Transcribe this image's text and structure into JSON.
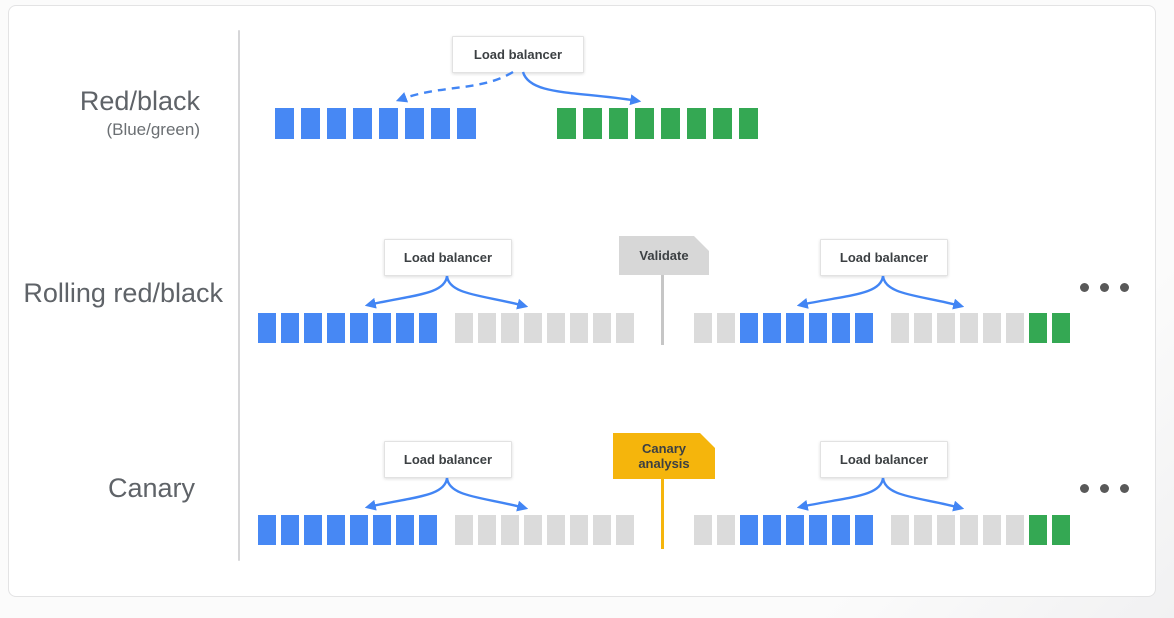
{
  "colors": {
    "server_blue": "#4788F4",
    "server_green": "#34A853",
    "server_gray": "#DBDBDB",
    "tag_yellow": "#F5B50C",
    "tag_gray": "#D7D7D7",
    "arrow_blue": "#4285F4",
    "label_gray": "#5F6368"
  },
  "rows": [
    {
      "title": "Red/black",
      "subtitle": "(Blue/green)"
    },
    {
      "title": "Rolling red/black"
    },
    {
      "title": "Canary"
    }
  ],
  "boxes": {
    "load_balancer": "Load balancer",
    "validate": "Validate",
    "canary_line1": "Canary",
    "canary_line2": "analysis"
  },
  "servers": {
    "redblack_active": {
      "clusters": [
        [
          "blue",
          "blue",
          "blue",
          "blue",
          "blue",
          "blue",
          "blue",
          "blue"
        ]
      ]
    },
    "redblack_new": {
      "clusters": [
        [
          "green",
          "green",
          "green",
          "green",
          "green",
          "green",
          "green",
          "green"
        ]
      ]
    },
    "rolling_left": {
      "clusters": [
        [
          "blue",
          "blue",
          "blue",
          "blue",
          "blue",
          "blue",
          "blue",
          "blue"
        ],
        [
          "gray",
          "gray",
          "gray",
          "gray",
          "gray",
          "gray",
          "gray",
          "gray"
        ]
      ]
    },
    "rolling_right": {
      "clusters": [
        [
          "gray",
          "gray",
          "blue",
          "blue",
          "blue",
          "blue",
          "blue",
          "blue"
        ],
        [
          "gray",
          "gray",
          "gray",
          "gray",
          "gray",
          "gray",
          "green",
          "green"
        ]
      ]
    },
    "canary_left": {
      "clusters": [
        [
          "blue",
          "blue",
          "blue",
          "blue",
          "blue",
          "blue",
          "blue",
          "blue"
        ],
        [
          "gray",
          "gray",
          "gray",
          "gray",
          "gray",
          "gray",
          "gray",
          "gray"
        ]
      ]
    },
    "canary_right": {
      "clusters": [
        [
          "gray",
          "gray",
          "blue",
          "blue",
          "blue",
          "blue",
          "blue",
          "blue"
        ],
        [
          "gray",
          "gray",
          "gray",
          "gray",
          "gray",
          "gray",
          "green",
          "green"
        ]
      ]
    }
  },
  "ellipsis": {
    "count": 3
  }
}
